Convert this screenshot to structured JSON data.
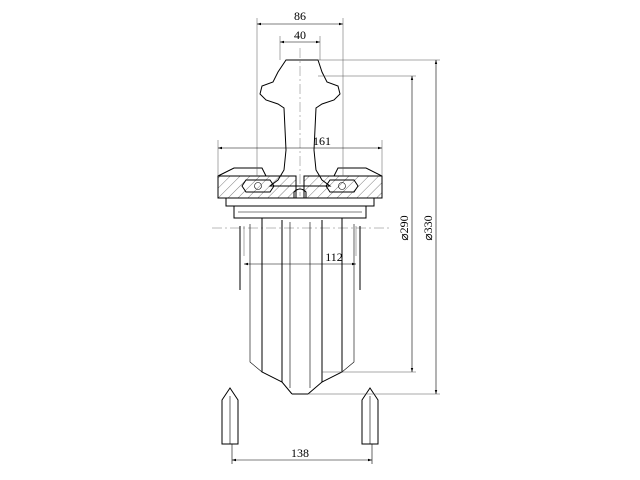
{
  "dimensions": {
    "top_width": "86",
    "rail_head_width": "40",
    "flange_width": "161",
    "wheel_width": "112",
    "base_width": "138",
    "diameter_290": "⌀290",
    "diameter_330": "⌀330"
  },
  "colors": {
    "line": "#000000",
    "centerline": "#777777",
    "background": "#ffffff"
  }
}
